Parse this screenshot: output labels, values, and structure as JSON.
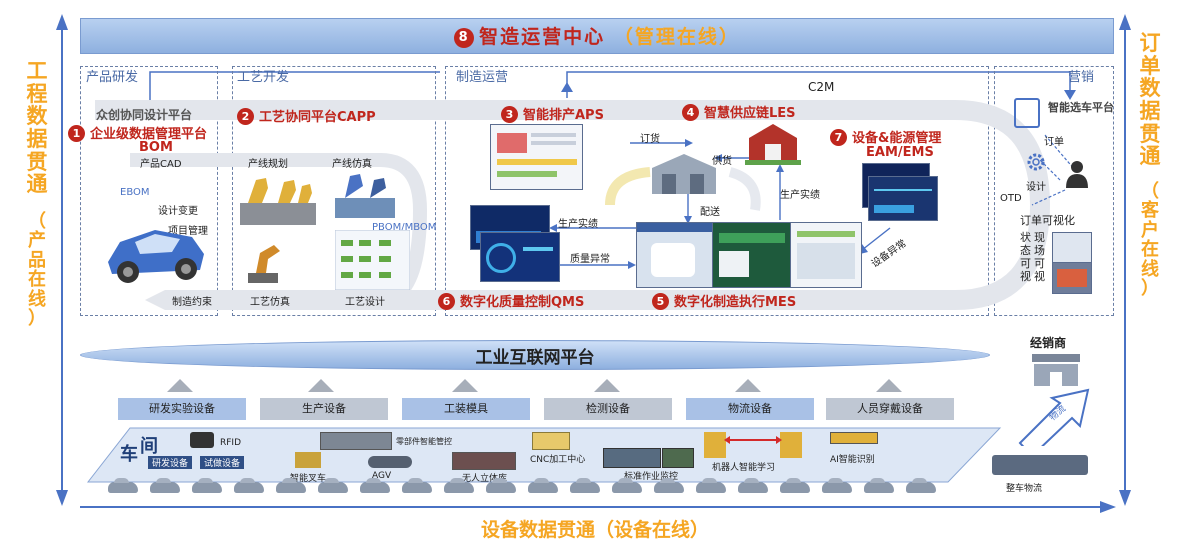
{
  "header": {
    "num": "8",
    "title": "智造运营中心",
    "subtitle": "（管理在线）"
  },
  "left_axis": [
    "工",
    "程",
    "数",
    "据",
    "贯",
    "通",
    "（",
    "产",
    "品",
    "在",
    "线",
    "）"
  ],
  "right_axis": [
    "订",
    "单",
    "数",
    "据",
    "贯",
    "通",
    "（",
    "客",
    "户",
    "在",
    "线",
    "）"
  ],
  "bottom_axis": "设备数据贯通（设备在线）",
  "sections": {
    "product": "产品研发",
    "process": "工艺开发",
    "manufacturing": "制造运营",
    "marketing": "营销"
  },
  "c2m": "C2M",
  "modules": {
    "m1": {
      "num": "1",
      "line1": "众创协同设计平台",
      "line2": "企业级数据管理平台",
      "line3": "BOM"
    },
    "m2": {
      "num": "2",
      "label": "工艺协同平台CAPP"
    },
    "m3": {
      "num": "3",
      "label": "智能排产APS"
    },
    "m4": {
      "num": "4",
      "label": "智慧供应链LES"
    },
    "m5": {
      "num": "5",
      "label": "数字化制造执行MES"
    },
    "m6": {
      "num": "6",
      "label": "数字化质量控制QMS"
    },
    "m7": {
      "num": "7",
      "line1": "设备&能源管理",
      "line2": "EAM/EMS"
    }
  },
  "product_labels": {
    "cad": "产品CAD",
    "ebom": "EBOM",
    "change": "设计变更",
    "project": "项目管理",
    "constraint": "制造约束"
  },
  "process_labels": {
    "line_plan": "产线规划",
    "line_sim": "产线仿真",
    "pbom": "PBOM/MBOM",
    "proc_sim": "工艺仿真",
    "proc_design": "工艺设计"
  },
  "mfg_labels": {
    "order": "订货",
    "supply": "供货",
    "deliver": "配送",
    "prod_report1": "生产实绩",
    "prod_report2": "生产实绩",
    "quality": "质量异常",
    "equip": "设备异常"
  },
  "marketing_labels": {
    "smart_select": "智能选车平台",
    "order": "订单",
    "design": "设计",
    "otd": "OTD",
    "visual": "订单可视化",
    "live": [
      "现",
      "场",
      "可",
      "视"
    ],
    "status": [
      "状",
      "态",
      "可",
      "视"
    ]
  },
  "platform": "工业互联网平台",
  "dealer": "经销商",
  "devices": [
    "研发实验设备",
    "生产设备",
    "工装模具",
    "检测设备",
    "物流设备",
    "人员穿戴设备"
  ],
  "workshop": {
    "che": "车",
    "jian": "间",
    "rd_equip": "研发设备",
    "test_equip": "试做设备",
    "rfid": "RFID",
    "forklift": "智能叉车",
    "agv": "AGV",
    "parts": "零部件智能管控",
    "warehouse": "无人立体库",
    "cnc": "CNC加工中心",
    "standard": "标准作业监控",
    "robot": "机器人智能学习",
    "ai": "AI智能识别"
  },
  "logistics": {
    "arrow": "物流",
    "label": "整车物流"
  },
  "colors": {
    "blue": "#4a72c4",
    "orange": "#f5a623",
    "red": "#c0261d",
    "bar": "#8eb0df",
    "device": "#a9c1e6",
    "device_dark": "#bfc7d3"
  }
}
